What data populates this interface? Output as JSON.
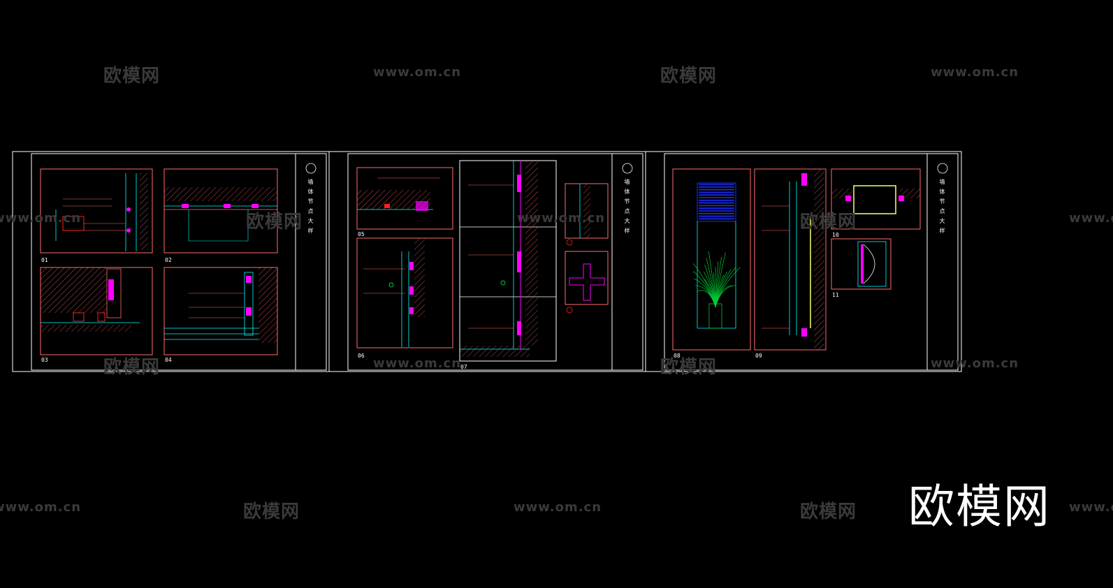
{
  "watermark": {
    "text_cn": "欧模网",
    "text_url": "www.om.cn"
  },
  "logo_text": "欧模网",
  "sheets": [
    {
      "title": "墙体节点大样",
      "details": [
        "01",
        "02",
        "03",
        "04"
      ]
    },
    {
      "title": "墙体节点大样",
      "details": [
        "05",
        "06",
        "07"
      ]
    },
    {
      "title": "墙体节点大样",
      "details": [
        "08",
        "09",
        "10",
        "11"
      ]
    }
  ],
  "colors": {
    "background": "#000000",
    "frame": "#ffffff",
    "detail_border": "#ff6b6b",
    "hatch": "#ff6b6b",
    "dimension": "#00ffff",
    "member": "#ff00ff",
    "accent_red": "#ff2020",
    "fill_blue": "#1a2cff",
    "plant": "#00cc33",
    "yellow": "#ffff66",
    "watermark": "#3a3a3a"
  }
}
